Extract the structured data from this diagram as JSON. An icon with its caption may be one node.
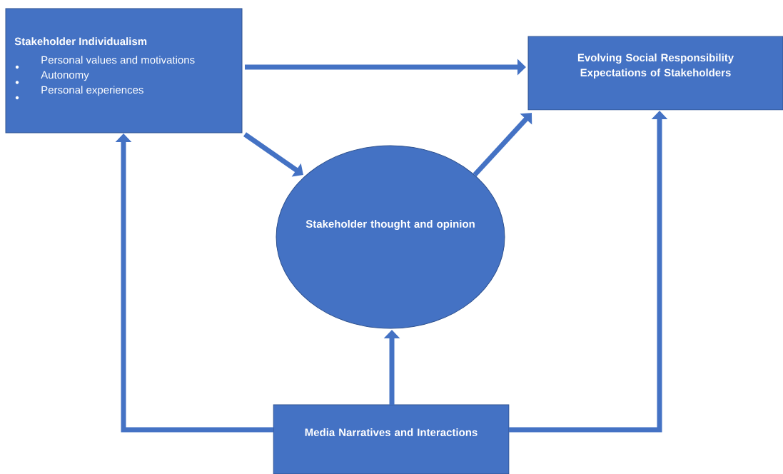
{
  "diagram": {
    "nodes": [
      {
        "text": [
          "Stakeholder Individualism",
          "Personal values and motivations",
          "Autonomy",
          "Personal experiences"
        ]
      },
      {
        "text": [
          "Evolving Social Responsibility Expectations of Stakeholders"
        ]
      },
      {
        "text": [
          "Stakeholder thought and opinion"
        ]
      },
      {
        "text": [
          "Media Narratives and Interactions"
        ]
      }
    ],
    "edges": [
      {
        "from": 0,
        "to": 1,
        "arrow": "to"
      },
      {
        "from": 0,
        "to": 2,
        "arrow": "to"
      },
      {
        "from": 2,
        "to": 1,
        "arrow": "to"
      },
      {
        "from": 3,
        "to": 2,
        "arrow": "to"
      },
      {
        "from": 3,
        "to": 0,
        "arrow": "to"
      },
      {
        "from": 3,
        "to": 1,
        "arrow": "to"
      }
    ]
  }
}
